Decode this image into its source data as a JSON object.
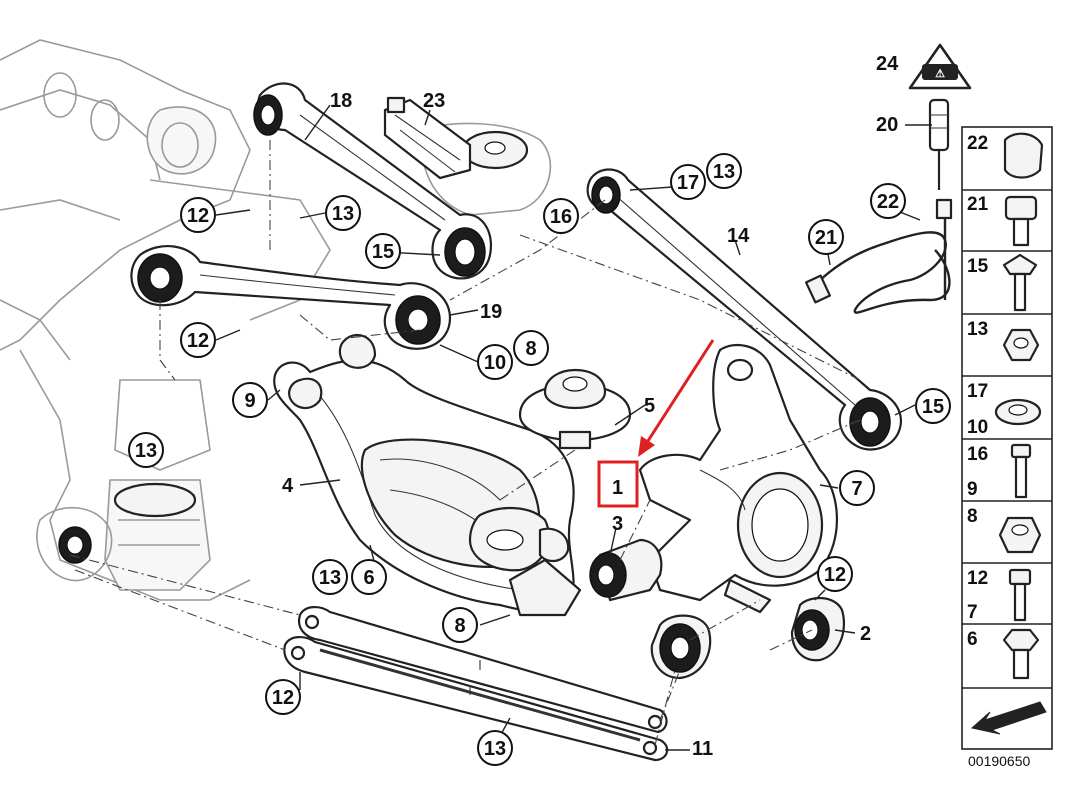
{
  "diagram": {
    "callouts": [
      {
        "id": "c18",
        "text": "18",
        "circled": false
      },
      {
        "id": "c23",
        "text": "23",
        "circled": false
      },
      {
        "id": "c24",
        "text": "24",
        "circled": false
      },
      {
        "id": "c20",
        "text": "20",
        "circled": false
      },
      {
        "id": "c17",
        "text": "17",
        "circled": true
      },
      {
        "id": "c13a",
        "text": "13",
        "circled": true
      },
      {
        "id": "c16",
        "text": "16",
        "circled": true
      },
      {
        "id": "c12a",
        "text": "12",
        "circled": true
      },
      {
        "id": "c13b",
        "text": "13",
        "circled": true
      },
      {
        "id": "c22",
        "text": "22",
        "circled": true
      },
      {
        "id": "c14",
        "text": "14",
        "circled": false
      },
      {
        "id": "c15a",
        "text": "15",
        "circled": true
      },
      {
        "id": "c21",
        "text": "21",
        "circled": true
      },
      {
        "id": "c19",
        "text": "19",
        "circled": false
      },
      {
        "id": "c12b",
        "text": "12",
        "circled": true
      },
      {
        "id": "c10",
        "text": "10",
        "circled": true
      },
      {
        "id": "c8a",
        "text": "8",
        "circled": true
      },
      {
        "id": "c9",
        "text": "9",
        "circled": true
      },
      {
        "id": "c5",
        "text": "5",
        "circled": false
      },
      {
        "id": "c15b",
        "text": "15",
        "circled": true
      },
      {
        "id": "c13c",
        "text": "13",
        "circled": true
      },
      {
        "id": "c4",
        "text": "4",
        "circled": false
      },
      {
        "id": "c1",
        "text": "1",
        "circled": false
      },
      {
        "id": "c7",
        "text": "7",
        "circled": true
      },
      {
        "id": "c3",
        "text": "3",
        "circled": false
      },
      {
        "id": "c13d",
        "text": "13",
        "circled": true
      },
      {
        "id": "c6",
        "text": "6",
        "circled": true
      },
      {
        "id": "c12c",
        "text": "12",
        "circled": true
      },
      {
        "id": "c8b",
        "text": "8",
        "circled": true
      },
      {
        "id": "c2",
        "text": "2",
        "circled": false
      },
      {
        "id": "c12d",
        "text": "12",
        "circled": true
      },
      {
        "id": "c13e",
        "text": "13",
        "circled": true
      },
      {
        "id": "c11",
        "text": "11",
        "circled": false
      }
    ],
    "highlight": {
      "text": "1",
      "box_color": "#e02020",
      "arrow_color": "#e02020"
    }
  },
  "parts_panel": {
    "rows": [
      {
        "labels": [
          "22"
        ]
      },
      {
        "labels": [
          "21"
        ]
      },
      {
        "labels": [
          "15"
        ]
      },
      {
        "labels": [
          "13"
        ]
      },
      {
        "labels": [
          "17",
          "10"
        ]
      },
      {
        "labels": [
          "16",
          "9"
        ]
      },
      {
        "labels": [
          "8"
        ]
      },
      {
        "labels": [
          "12",
          "7"
        ]
      },
      {
        "labels": [
          "6"
        ]
      }
    ],
    "diagram_code": "00190650"
  }
}
